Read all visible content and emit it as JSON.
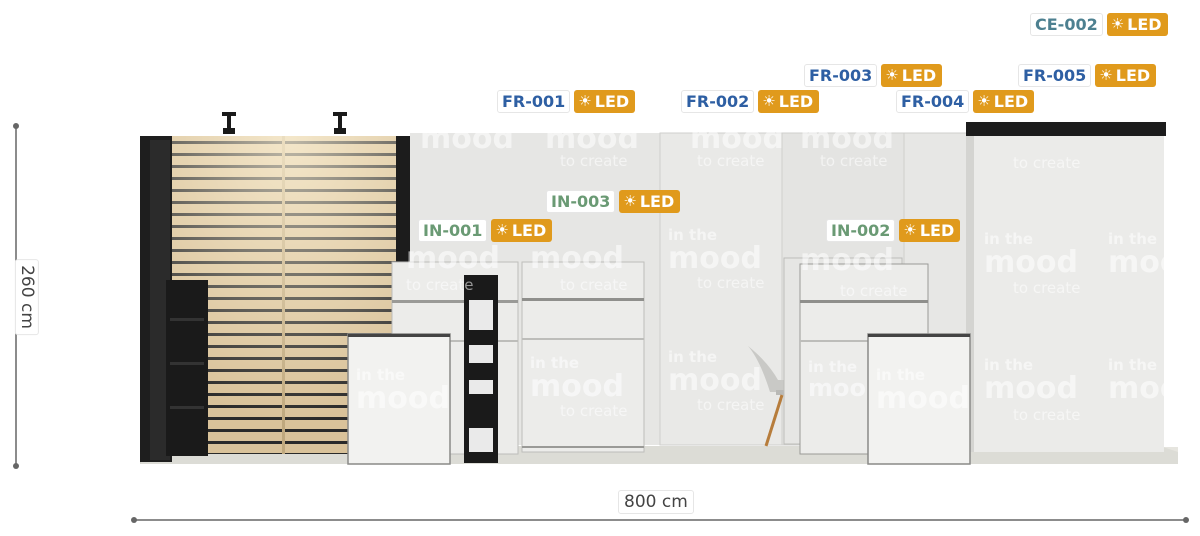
{
  "dimensions": {
    "height_label": "260 cm",
    "width_label": "800 cm"
  },
  "watermark": {
    "line1": "in the",
    "line2": "mood",
    "line3": "to create"
  },
  "led_label": "LED",
  "led_icon": "sun-icon",
  "colors": {
    "frame_code": "#2e5fa3",
    "inbox_code": "#6a9a74",
    "ceiling_code": "#4d8090",
    "led_badge": "#e09a1c",
    "wall": "#e4e4e2",
    "floor": "#dcdcd6",
    "wood": "#d9c29a"
  },
  "fixtures": {
    "ce_002": "CE-002",
    "fr_001": "FR-001",
    "fr_002": "FR-002",
    "fr_003": "FR-003",
    "fr_004": "FR-004",
    "fr_005": "FR-005",
    "in_001": "IN-001",
    "in_002": "IN-002",
    "in_003": "IN-003"
  }
}
